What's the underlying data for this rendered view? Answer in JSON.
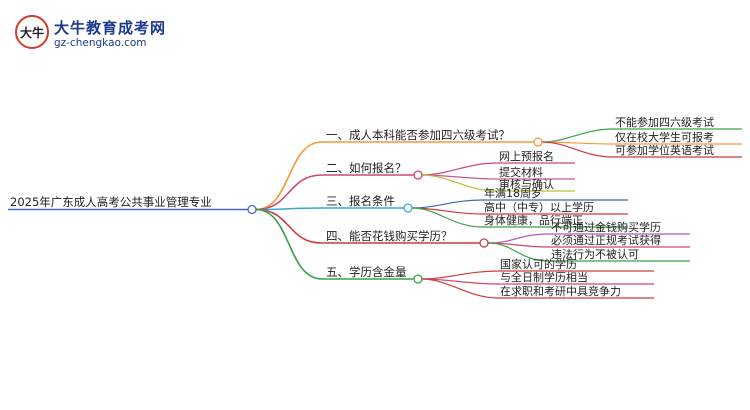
{
  "logo": {
    "title": "大牛教育成考网",
    "url": "gz-chengkao.com",
    "mark_text": "大牛"
  },
  "root": "2025年广东成人高考公共事业管理专业",
  "colors": {
    "root_line": "#4a68c4",
    "branches": [
      "#f39a3b",
      "#cc4a6a",
      "#36a9d6",
      "#cc3c3c",
      "#3aa24a"
    ],
    "leaves": [
      [
        "#3aa24a",
        "#f39a3b",
        "#cc3c3c"
      ],
      [
        "#cc4a6a",
        "#c75a8a",
        "#b8c030"
      ],
      [
        "#3e67b8",
        "#cc3c3c",
        "#3aa24a"
      ],
      [
        "#b35ab3",
        "#cc4a6a",
        "#3aa24a"
      ],
      [
        "#cc3c3c",
        "#cc4a6a",
        "#cc3c3c"
      ]
    ]
  },
  "branches": [
    {
      "label": "一、成人本科能否参加四六级考试？",
      "children": [
        "不能参加四六级考试",
        "仅在校大学生可报考",
        "可参加学位英语考试"
      ]
    },
    {
      "label": "二、如何报名？",
      "children": [
        "网上预报名",
        "提交材料",
        "审核与确认"
      ]
    },
    {
      "label": "三、报名条件",
      "children": [
        "年满18周岁",
        "高中（中专）以上学历",
        "身体健康，品行端正"
      ]
    },
    {
      "label": "四、能否花钱购买学历？",
      "children": [
        "不可通过金钱购买学历",
        "必须通过正规考试获得",
        "违法行为不被认可"
      ]
    },
    {
      "label": "五、学历含金量",
      "children": [
        "国家认可的学历",
        "与全日制学历相当",
        "在求职和考研中具竞争力"
      ]
    }
  ]
}
